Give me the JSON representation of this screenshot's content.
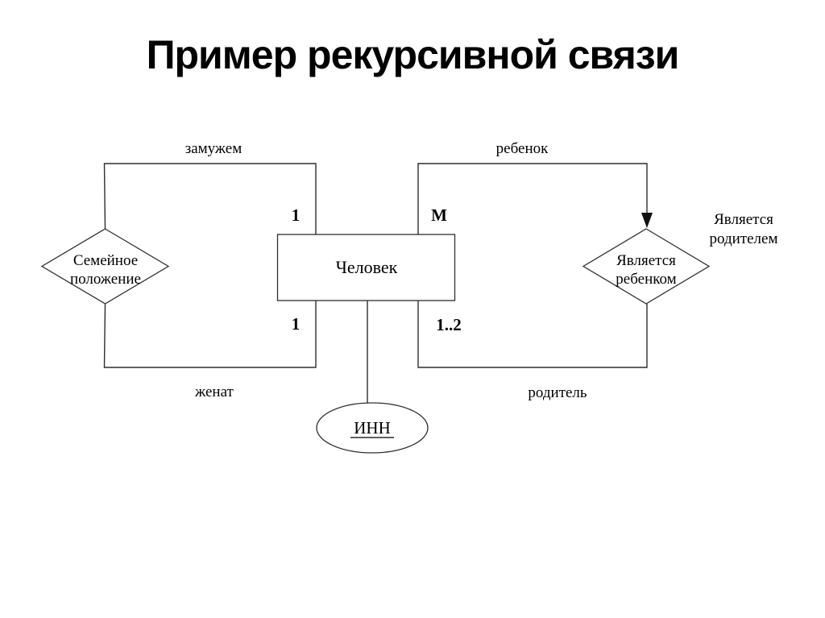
{
  "title": "Пример рекурсивной связи",
  "diagram": {
    "entity": {
      "label": "Человек"
    },
    "key_attribute": {
      "label": "ИНН"
    },
    "left_relationship": {
      "line1": "Семейное",
      "line2": "положение"
    },
    "right_relationship": {
      "line1": "Является",
      "line2": "ребенком"
    },
    "right_annotation": {
      "line1": "Является",
      "line2": "родителем"
    },
    "edge_labels": {
      "top_left": "замужем",
      "top_right": "ребенок",
      "bottom_left": "женат",
      "bottom_right": "родитель"
    },
    "cardinalities": {
      "left_top": "1",
      "left_bottom": "1",
      "right_top": "М",
      "right_bottom": "1..2"
    }
  },
  "colors": {
    "background": "#ffffff",
    "line": "#2e2e2e",
    "text": "#000000"
  }
}
